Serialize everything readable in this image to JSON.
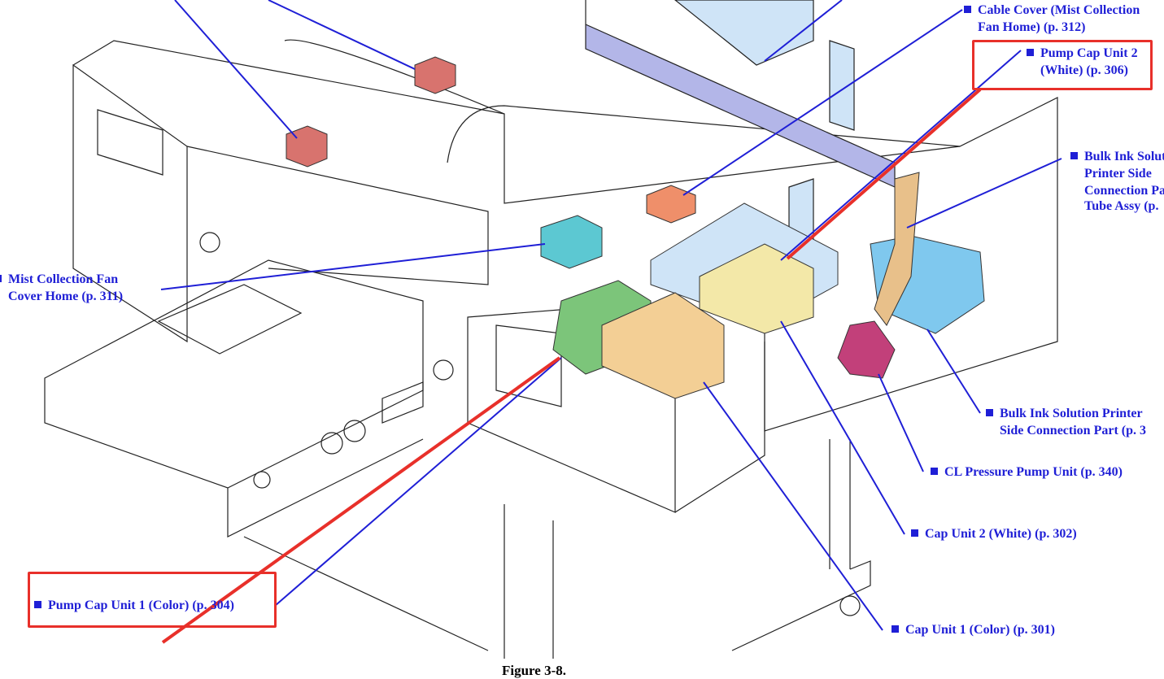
{
  "figure_caption": "Figure 3-8.",
  "colors": {
    "label": "#1f1fd6",
    "highlight": "#e8302a"
  },
  "labels": {
    "cable_cover": {
      "line1": "Cable Cover (Mist Collection",
      "line2": "Fan Home) (p. 312)"
    },
    "pump_cap_unit_2": {
      "line1": "Pump Cap Unit 2",
      "line2": "(White) (p. 306)"
    },
    "bulk_ink_tube": {
      "line1": "Bulk Ink Solution",
      "line2": "Printer Side",
      "line3": "Connection Part",
      "line4": "Tube Assy (p."
    },
    "mist_fan_cover": {
      "line1": "Mist Collection Fan",
      "line2": "Cover Home (p. 311)"
    },
    "bulk_ink_part": {
      "line1": "Bulk Ink Solution Printer",
      "line2": "Side Connection Part (p. 3"
    },
    "cl_pressure_pump": {
      "line1": "CL Pressure Pump Unit (p. 340)"
    },
    "cap_unit_2": {
      "line1": "Cap Unit 2 (White) (p. 302)"
    },
    "pump_cap_unit_1": {
      "line1": "Pump Cap Unit 1 (Color) (p. 304)"
    },
    "cap_unit_1": {
      "line1": "Cap Unit 1 (Color) (p. 301)"
    }
  }
}
